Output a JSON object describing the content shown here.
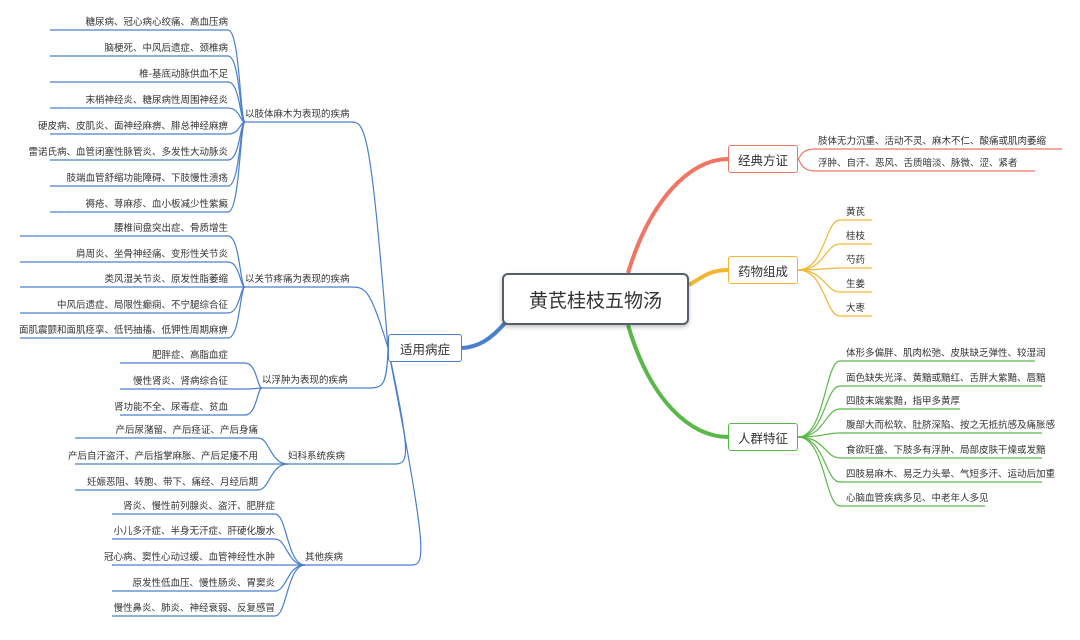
{
  "colors": {
    "left": "#4a7fcd",
    "classic": "#f07563",
    "herbs": "#f2b630",
    "people": "#5ab84a",
    "center": "#555f6b"
  },
  "center": {
    "label": "黄芪桂枝五物汤"
  },
  "left": {
    "label": "适用病症",
    "groups": [
      {
        "label": "以肢体麻木为表现的疾病",
        "items": [
          "糖尿病、冠心病心绞痛、高血压病",
          "脑梗死、中风后遗症、颈椎病",
          "椎-基底动脉供血不足",
          "末梢神经炎、糖尿病性周围神经炎",
          "硬皮病、皮肌炎、面神经麻痹、腓总神经麻痹",
          "雷诺氏病、血管闭塞性脉管炎、多发性大动脉炎",
          "肢端血管舒缩功能障碍、下肢慢性溃疡",
          "褥疮、荨麻疹、血小板减少性紫癜"
        ]
      },
      {
        "label": "以关节疼痛为表现的疾病",
        "items": [
          "腰椎间盘突出症、骨质增生",
          "肩周炎、坐骨神经痛、变形性关节炎",
          "类风湿关节炎、原发性脂萎缩",
          "中风后遗症、局限性癫痫、不宁腿综合征",
          "面肌震颤和面肌痉挛、低钙抽搐、低钾性周期麻痹"
        ]
      },
      {
        "label": "以浮肿为表现的疾病",
        "items": [
          "肥胖症、高脂血症",
          "慢性肾炎、肾病综合征",
          "肾功能不全、尿毒症、贫血"
        ]
      },
      {
        "label": "妇科系统疾病",
        "items": [
          "产后尿潴留、产后痉证、产后身痛",
          "产后自汗盗汗、产后指掌麻胀、产后足痿不用",
          "妊娠恶阻、转胞、带下、痛经、月经后期"
        ]
      },
      {
        "label": "其他疾病",
        "items": [
          "肾炎、慢性前列腺炎、盗汗、肥胖症",
          "小儿多汗症、半身无汗症、肝硬化腹水",
          "冠心病、窦性心动过缓、血管神经性水肿",
          "原发性低血压、慢性肠炎、胃窦炎",
          "慢性鼻炎、肺炎、神经衰弱、反复感冒"
        ]
      }
    ]
  },
  "classic": {
    "label": "经典方证",
    "items": [
      "肢体无力沉重、活动不灵、麻木不仁、酸痛或肌肉萎缩",
      "浮肿、自汗、恶风、舌质暗淡、脉微、涩、紧者"
    ]
  },
  "herbs": {
    "label": "药物组成",
    "items": [
      "黄芪",
      "桂枝",
      "芍药",
      "生姜",
      "大枣"
    ]
  },
  "people": {
    "label": "人群特征",
    "items": [
      "体形多偏胖、肌肉松弛、皮肤缺乏弹性、较湿润",
      "面色缺失光泽、黄黯或黯红、舌胖大紫黯、唇黯",
      "四肢末端紫黯，指甲多黄厚",
      "腹部大而松软、肚脐深陷、按之无抵抗感及痛胀感",
      "食欲旺盛、下肢多有浮肿、局部皮肤干燥或发黯",
      "四肢易麻木、易乏力头晕、气短多汗、运动后加重",
      "心脑血管疾病多见、中老年人多见"
    ]
  }
}
